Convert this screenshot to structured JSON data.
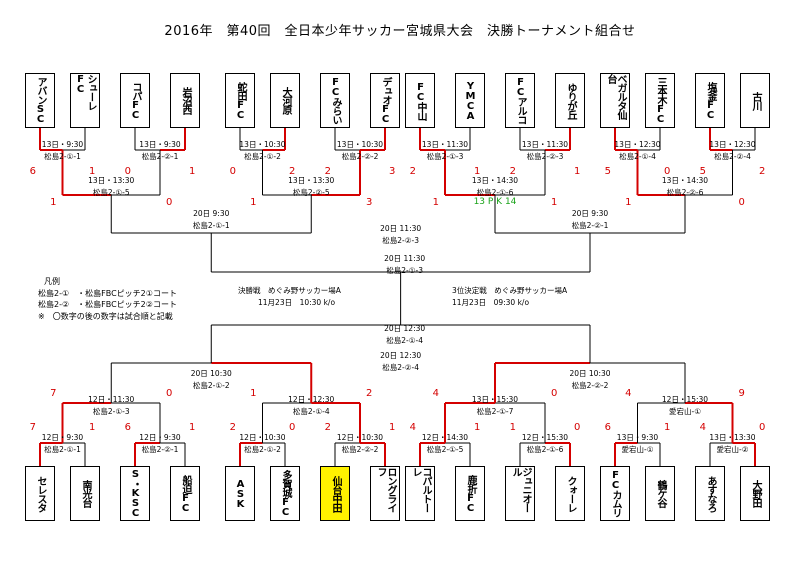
{
  "title": "2016年　第40回　全日本少年サッカー宮城県大会　決勝トーナメント組合せ",
  "teams_top": [
    "アバンSC",
    "シューレFC",
    "コパFC",
    "岩沼西",
    "蛇田FC",
    "大河原",
    "FCみらい",
    "デュオFC",
    "FC中山",
    "YMCA",
    "FCアルコ",
    "ゆりが丘",
    "ベガルタ仙台",
    "三本木FC",
    "塩釜FC",
    "古川"
  ],
  "teams_bottom": [
    "セレスタ",
    "南光台",
    "S・KSC",
    "船迫FC",
    "ASK",
    "多賀城FC",
    "仙台中田",
    "ロングライフ",
    "コパルトーレ",
    "鹿折FC",
    "ジュニオール",
    "クォーレ",
    "FCカムリ",
    "鶴ケ谷",
    "あすなろ",
    "大野田"
  ],
  "highlight_team": "仙台中田",
  "colors": {
    "win": "#d40000",
    "line": "#000000",
    "pk": "#1aa31a",
    "highlight": "#fff200"
  },
  "labels": {
    "t_r1": [
      [
        "13日・9:30",
        "松島2-①-1"
      ],
      [
        "13日・9:30",
        "松島2-②-1"
      ],
      [
        "13日・10:30",
        "松島2-①-2"
      ],
      [
        "13日・10:30",
        "松島2-②-2"
      ],
      [
        "13日・11:30",
        "松島2-①-3"
      ],
      [
        "13日・11:30",
        "松島2-②-3"
      ],
      [
        "13日・12:30",
        "松島2-①-4"
      ],
      [
        "13日・12:30",
        "松島2-②-4"
      ]
    ],
    "t_r2": [
      [
        "13日・13:30",
        "松島2-①-5"
      ],
      [
        "13日・13:30",
        "松島2-②-5"
      ],
      [
        "13日・14:30",
        "松島2-①-6"
      ],
      [
        "13日・14:30",
        "松島2-②-6"
      ]
    ],
    "t_qf": [
      [
        "20日 9:30",
        "松島2-①-1"
      ],
      [
        "20日 9:30",
        "松島2-②-1"
      ]
    ],
    "t_sf": [
      "20日 11:30",
      "松島2-②-3"
    ],
    "b_r1": [
      [
        "12日・9:30",
        "松島2-①-1"
      ],
      [
        "12日・9:30",
        "松島2-②-1"
      ],
      [
        "12日・10:30",
        "松島2-①-2"
      ],
      [
        "12日・10:30",
        "松島2-②-2"
      ],
      [
        "12日・14:30",
        "松島2-①-5"
      ],
      [
        "12日・15:30",
        "松島2-①-6"
      ],
      [
        "13日・9:30",
        "愛宕山-①"
      ],
      [
        "13日・13:30",
        "愛宕山-②"
      ]
    ],
    "b_r2": [
      [
        "12日・11:30",
        "松島2-①-3"
      ],
      [
        "12日・12:30",
        "松島2-①-4"
      ],
      [
        "13日・15:30",
        "松島2-①-7"
      ],
      [
        "12日・15:30",
        "愛宕山-①"
      ]
    ],
    "b_qf": [
      [
        "20日 10:30",
        "松島2-①-2"
      ],
      [
        "20日 10:30",
        "松島2-②-2"
      ]
    ],
    "b_sf": [
      "20日 12:30",
      "松島2-②-4"
    ],
    "final_top": [
      "20日 11:30",
      "松島2-①-3"
    ],
    "final_bot": [
      "20日 12:30",
      "松島2-①-4"
    ]
  },
  "scores": {
    "t_r1": [
      [
        "6",
        "1"
      ],
      [
        "0",
        "1"
      ],
      [
        "0",
        "2"
      ],
      [
        "2",
        "3"
      ],
      [
        "2",
        "1"
      ],
      [
        "2",
        "1"
      ],
      [
        "5",
        "0"
      ],
      [
        "5",
        "2"
      ]
    ],
    "t_r2": [
      [
        "1",
        "0"
      ],
      [
        "1",
        "3"
      ],
      [
        "1",
        "1"
      ],
      [
        "1",
        "0"
      ]
    ],
    "t_pk": "13 P K 14",
    "b_r1": [
      [
        "7",
        "1"
      ],
      [
        "6",
        "1"
      ],
      [
        "2",
        "0"
      ],
      [
        "2",
        "1"
      ],
      [
        "4",
        "1"
      ],
      [
        "1",
        "0"
      ],
      [
        "6",
        "1"
      ],
      [
        "4",
        "0"
      ]
    ],
    "b_r2": [
      [
        "7",
        "0"
      ],
      [
        "1",
        "2"
      ],
      [
        "4",
        "0"
      ],
      [
        "4",
        "9"
      ]
    ]
  },
  "notes": {
    "final": "決勝戦　めぐみ野サッカー場A",
    "final_time": "11月23日　10:30 k/o",
    "third": "3位決定戦　めぐみ野サッカー場A",
    "third_time": "11月23日　09:30 k/o",
    "legend_title": "凡例",
    "legend_1": "松島2-①　・松島FBCピッチ2①コート",
    "legend_2": "松島2-②　・松島FBCピッチ2②コート",
    "legend_3": "※　〇数字の後の数字は試合順と記載"
  }
}
